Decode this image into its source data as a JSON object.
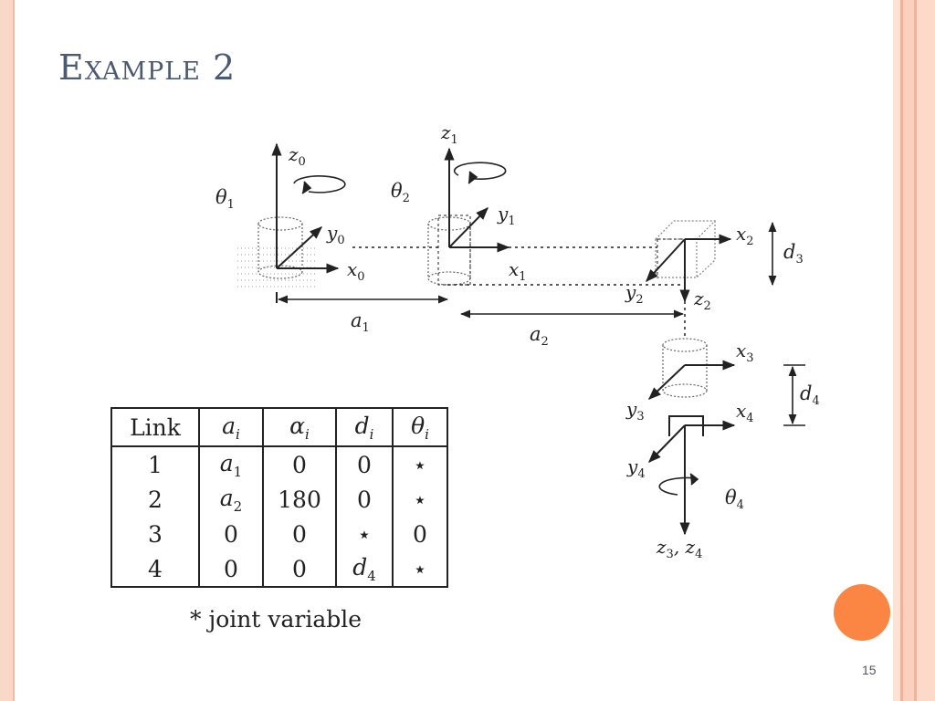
{
  "slide": {
    "title": "Example 2",
    "page_number": "15"
  },
  "diagram": {
    "labels": {
      "z0": "z",
      "z0_sub": "0",
      "z1": "z",
      "z1_sub": "1",
      "theta1": "θ",
      "theta1_sub": "1",
      "theta2": "θ",
      "theta2_sub": "2",
      "y0": "y",
      "y0_sub": "0",
      "x0": "x",
      "x0_sub": "0",
      "y1": "y",
      "y1_sub": "1",
      "x1": "x",
      "x1_sub": "1",
      "x2": "x",
      "x2_sub": "2",
      "y2": "y",
      "y2_sub": "2",
      "z2": "z",
      "z2_sub": "2",
      "d3": "d",
      "d3_sub": "3",
      "a1": "a",
      "a1_sub": "1",
      "a2": "a",
      "a2_sub": "2",
      "x3": "x",
      "x3_sub": "3",
      "y3": "y",
      "y3_sub": "3",
      "d4": "d",
      "d4_sub": "4",
      "x4": "x",
      "x4_sub": "4",
      "y4": "y",
      "y4_sub": "4",
      "theta4": "θ",
      "theta4_sub": "4",
      "z34": "z",
      "z34_sub1": "3",
      "z34_mid": ", z",
      "z34_sub2": "4"
    }
  },
  "dh_table": {
    "headers": [
      "Link",
      "a",
      "α",
      "d",
      "θ"
    ],
    "header_sub": "i",
    "rows": [
      [
        "1",
        "a1",
        "0",
        "0",
        "⋆"
      ],
      [
        "2",
        "a2",
        "180",
        "0",
        "⋆"
      ],
      [
        "3",
        "0",
        "0",
        "⋆",
        "0"
      ],
      [
        "4",
        "0",
        "0",
        "d4",
        "⋆"
      ]
    ]
  },
  "footnote": "* joint variable",
  "colors": {
    "title": "#4b5a73",
    "accent_circle": "#fb8644",
    "border_light": "#fad8c8",
    "border_mid": "#f3b9a0"
  }
}
